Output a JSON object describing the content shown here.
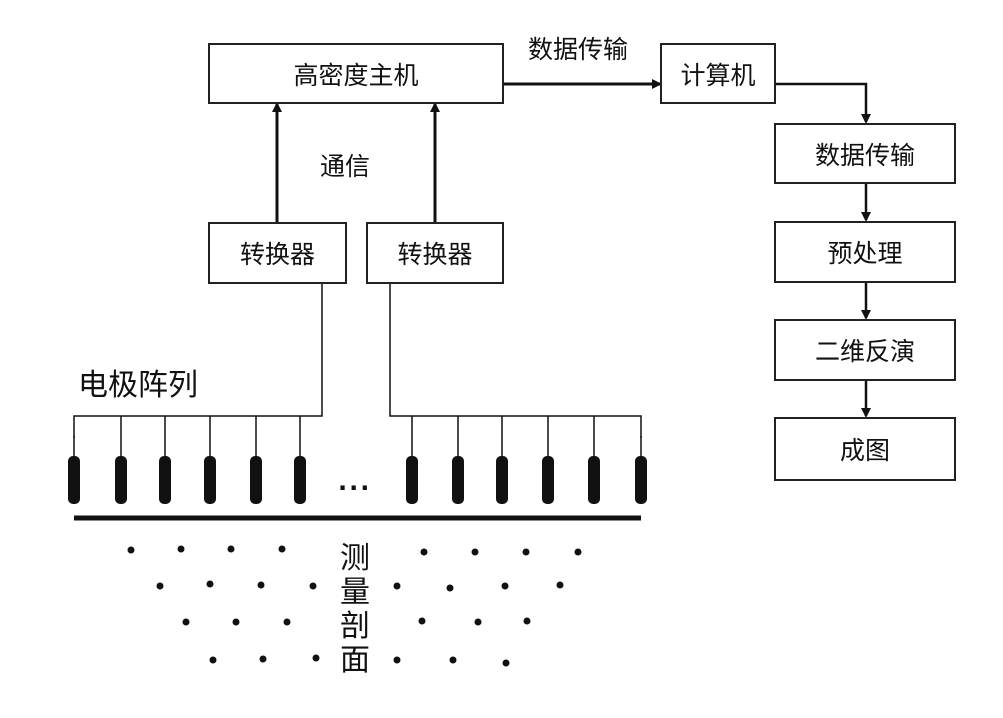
{
  "diagram": {
    "host": "高密度主机",
    "computer": "计算机",
    "transfer_top": "数据传输",
    "communication": "通信",
    "converter_left": "转换器",
    "converter_right": "转换器",
    "electrode_array": "电极阵列",
    "ellipsis": "...",
    "profile_chars": [
      "测",
      "量",
      "剖",
      "面"
    ],
    "flow": {
      "step1": "数据传输",
      "step2": "预处理",
      "step3": "二维反演",
      "step4": "成图"
    }
  }
}
